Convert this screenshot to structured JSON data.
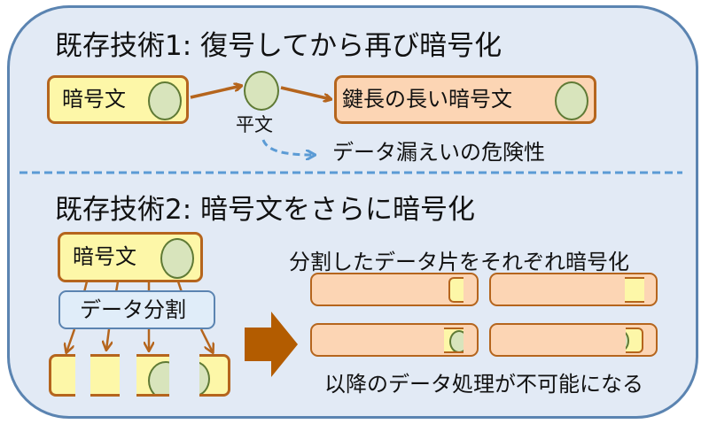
{
  "section1": {
    "title": "既存技術1: 復号してから再び暗号化",
    "ciphertext_label": "暗号文",
    "plaintext_label": "平文",
    "long_key_cipher_label": "鍵長の長い暗号文",
    "risk_label": "データ漏えいの危険性"
  },
  "section2": {
    "title": "既存技術2: 暗号文をさらに暗号化",
    "ciphertext_label": "暗号文",
    "split_label": "データ分割",
    "encrypt_each_label": "分割したデータ片をそれぞれ暗号化",
    "result_label": "以降のデータ処理が不可能になる"
  },
  "colors": {
    "panel_bg": "#e2eaf5",
    "panel_border": "#5b84b1",
    "box_border": "#b5651d",
    "cipher_fill": "#fdf7a8",
    "encrypted_fill": "#fcd5b4",
    "data_oval": "#d8e4bc",
    "dashed_blue": "#5b9bd5",
    "big_arrow": "#b35c00"
  }
}
